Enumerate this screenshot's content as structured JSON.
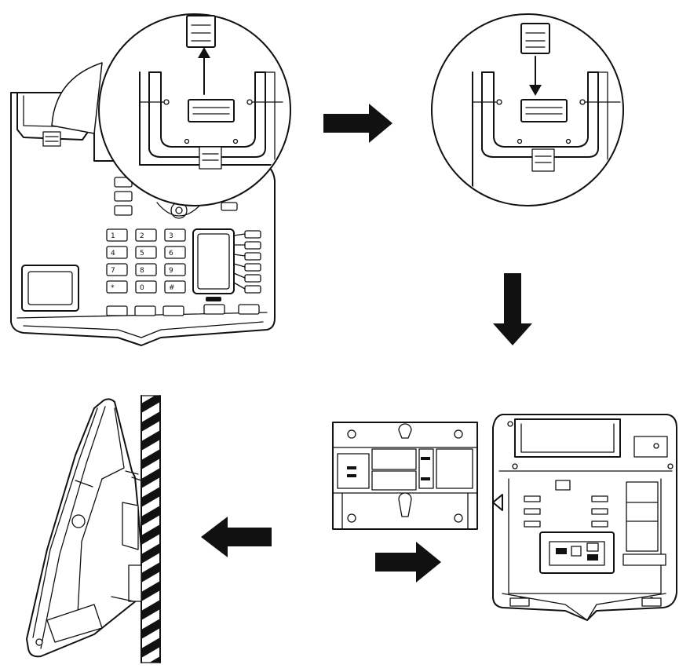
{
  "figure": {
    "description_hidden": "",
    "keypad_keys": [
      "1",
      "2",
      "3",
      "4",
      "5",
      "6",
      "7",
      "8",
      "9",
      "*",
      "0",
      "#"
    ],
    "colors": {
      "ink": "#111111",
      "paper": "#ffffff",
      "stripe": "#111111"
    },
    "arrows": [
      {
        "from": "step-1",
        "to": "step-2",
        "direction": "right"
      },
      {
        "from": "step-2",
        "to": "step-3",
        "direction": "down"
      },
      {
        "from": "step-3",
        "to": "step-4",
        "direction": "right"
      },
      {
        "from": "step-4",
        "to": "step-5",
        "direction": "left"
      }
    ],
    "icons": [
      "hook-tab-icon",
      "arrow-up-icon",
      "arrow-down-icon",
      "wall-bracket-icon",
      "phone-back-icon",
      "phone-side-icon",
      "wall-icon"
    ]
  }
}
